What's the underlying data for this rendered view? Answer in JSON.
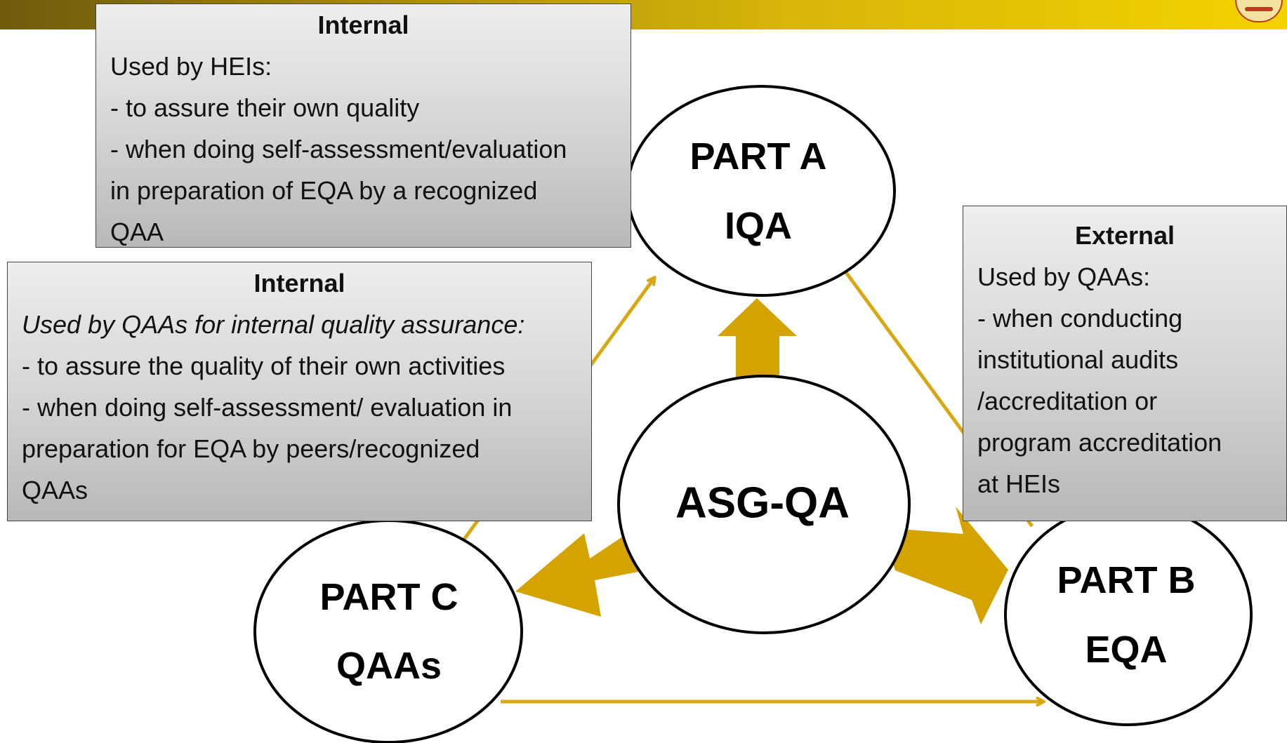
{
  "nodes": {
    "part_a": {
      "line1": "PART A",
      "line2": "IQA"
    },
    "part_b": {
      "line1": "PART B",
      "line2": "EQA"
    },
    "part_c": {
      "line1": "PART C",
      "line2": "QAAs"
    },
    "center": {
      "label": "ASG-QA"
    }
  },
  "boxes": {
    "part_a_internal": {
      "title": "Internal",
      "lines": [
        "Used by HEIs:",
        "- to assure their own quality",
        "- when doing self-assessment/evaluation",
        "in preparation of EQA by a recognized",
        "QAA"
      ]
    },
    "part_c_internal": {
      "title": "Internal",
      "intro": "Used by QAAs for internal quality assurance:",
      "lines": [
        "- to assure the quality of their own activities",
        "- when doing self-assessment/ evaluation in",
        "preparation for EQA by peers/recognized",
        "QAAs"
      ]
    },
    "part_b_external": {
      "title": "External",
      "lines": [
        "Used by QAAs:",
        "- when conducting",
        "institutional audits",
        "/accreditation or",
        "program accreditation",
        "at HEIs"
      ]
    }
  },
  "colors": {
    "accent": "#d4a300",
    "arrow_line": "#d8a812",
    "box_border": "#444444",
    "header_left": "#6e5a0c",
    "header_right": "#f3d300"
  },
  "icons": {
    "logo": "institution-logo"
  }
}
